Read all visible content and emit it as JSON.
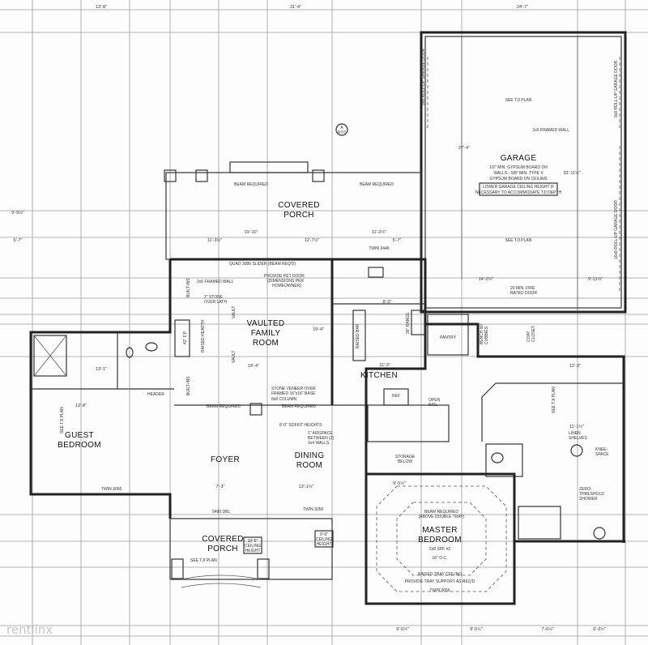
{
  "top_dimensions": [
    "13'-8\"",
    "31'-4\"",
    "24'-7\""
  ],
  "rooms": {
    "rear_porch": [
      "COVERED",
      "PORCH"
    ],
    "garage": "GARAGE",
    "family": [
      "VAULTED",
      "FAMILY",
      "ROOM"
    ],
    "kitchen": "KITCHEN",
    "guest": [
      "GUEST",
      "BEDROOM"
    ],
    "foyer": "FOYER",
    "dining": [
      "DINING",
      "ROOM"
    ],
    "master": [
      "MASTER",
      "BEDROOM"
    ],
    "front_porch": [
      "COVERED",
      "PORCH"
    ],
    "pantry": "PANTRY"
  },
  "notes": {
    "garage_gypsum": [
      "1/2\" MIN. GYPSUM BOARD ON",
      "WALLS-- 5/8\" MIN. TYPE X",
      "GYPSUM BOARD ON CEILING"
    ],
    "garage_ceiling": [
      "LOWER GARAGE CEILING HEIGHT IF",
      "NECESSARY TO ACCOMMODATE TJI DEPTH"
    ],
    "see_tji": "SEE TJI PLAN",
    "framed_wall": "2x6 FRAMED WALL",
    "garage_door_left": "9x8 ROLL-UP GARAGE DOOR",
    "garage_door_right1": "9x8 ROLL-UP GARAGE DOOR",
    "garage_door_right2": "16x8 ROLL-UP GARAGE DOOR",
    "fire_door": [
      "20 MIN. FIRE",
      "RATED DOOR"
    ],
    "beam_required": "BEAM REQUIRED",
    "quad_slider": "QUAD 3080 SLIDER (BEAM REQ'D)",
    "pet_door": [
      "PROVIDE PET DOOR",
      "(DIMENSIONS PER",
      "HOMEOWNER)"
    ],
    "stone": [
      "2\" STONE",
      "OVER LATH"
    ],
    "stone_veneer": [
      "STONE VENEER OVER",
      "FRAMED 16\"x16\" BASE"
    ],
    "column": "8x8 COLUMN",
    "soffit": [
      "8'-0\" SOFFIT HEIGHTS",
      "1\" AIRSPACE",
      "BETWEEN (2)",
      "2x4 WALLS"
    ],
    "twin_2446": "TWIN 2446",
    "raised_bar": "RAISED BAR",
    "range": "36\" RANGE",
    "refrigerator": "REF",
    "open_rail": [
      "OPEN",
      "RAIL"
    ],
    "storage_below": [
      "STORAGE",
      "BELOW"
    ],
    "bench": [
      "BENCH W/",
      "CUBBIES"
    ],
    "coat_closet": [
      "COAT",
      "CLOSET"
    ],
    "linen": [
      "LINEN",
      "SHELVES"
    ],
    "knee_space": [
      "KNEE-",
      "SPACE"
    ],
    "zero_shower": [
      "ZERO-",
      "THRESHOLD",
      "SHOWER"
    ],
    "beam_tray": [
      "BEAM REQUIRED",
      "(ABOVE DOUBLE TRAY)"
    ],
    "spf": [
      "2x8 SPF #2",
      "16\" O.C."
    ],
    "tray": [
      "RAISED TRAY CEILING",
      "PROVIDE TRAY SUPPORT AS REQ'D"
    ],
    "ceiling_height": [
      "10'-5\"",
      "CEILING",
      "HEIGHT"
    ],
    "ceiling_height2": [
      "9'-5\"",
      "CEILING",
      "HEIGHT"
    ],
    "twin_3056": "TWIN 3056",
    "door_5480": "5480 DBL",
    "header": "HEADER",
    "fp": "42\" F.P.",
    "hearth": "RAISED HEARTH",
    "vault": "VAULT",
    "section_a": [
      "A",
      "A7/7"
    ],
    "built_ins": "BUILT-INS"
  },
  "dimensions": {
    "porch_19_10": "19'-10\"",
    "porch_11_3": "11'-3½\"",
    "porch_12_7": "12'-7½\"",
    "porch_5_7": "5'-7\"",
    "porch_11_2": "11'-2½\"",
    "family_19_4": "19'-4\"",
    "family_19_4v": "19'-4\"",
    "kitchen_11_3": "11'-3\"",
    "kitchen_8_0": "8'-0\"",
    "garage_27_4": "27'-4\"",
    "garage_33_11": "33'-11½\"",
    "garage_14_2": "14'-2½\"",
    "garage_9_11": "9'-11½\"",
    "guest_12_8": "12'-8\"",
    "guest_13_1": "13'-1\"",
    "foyer_7_3": "7'-3\"",
    "dining_13_1": "13'-1½\"",
    "master_9_5": "9'-5½\"",
    "bottom_1": "9'-5½\"",
    "bottom_2": "9'-5½\"",
    "bottom_3": "7'-6½\"",
    "bottom_4": "6'-3½\"",
    "left_9_9": "9'-9½\"",
    "left_6_7": "6'-7\"",
    "bath_12_3": "12'-3\"",
    "bath_11_1": "11'-1½\""
  },
  "watermark": "rentlinx"
}
